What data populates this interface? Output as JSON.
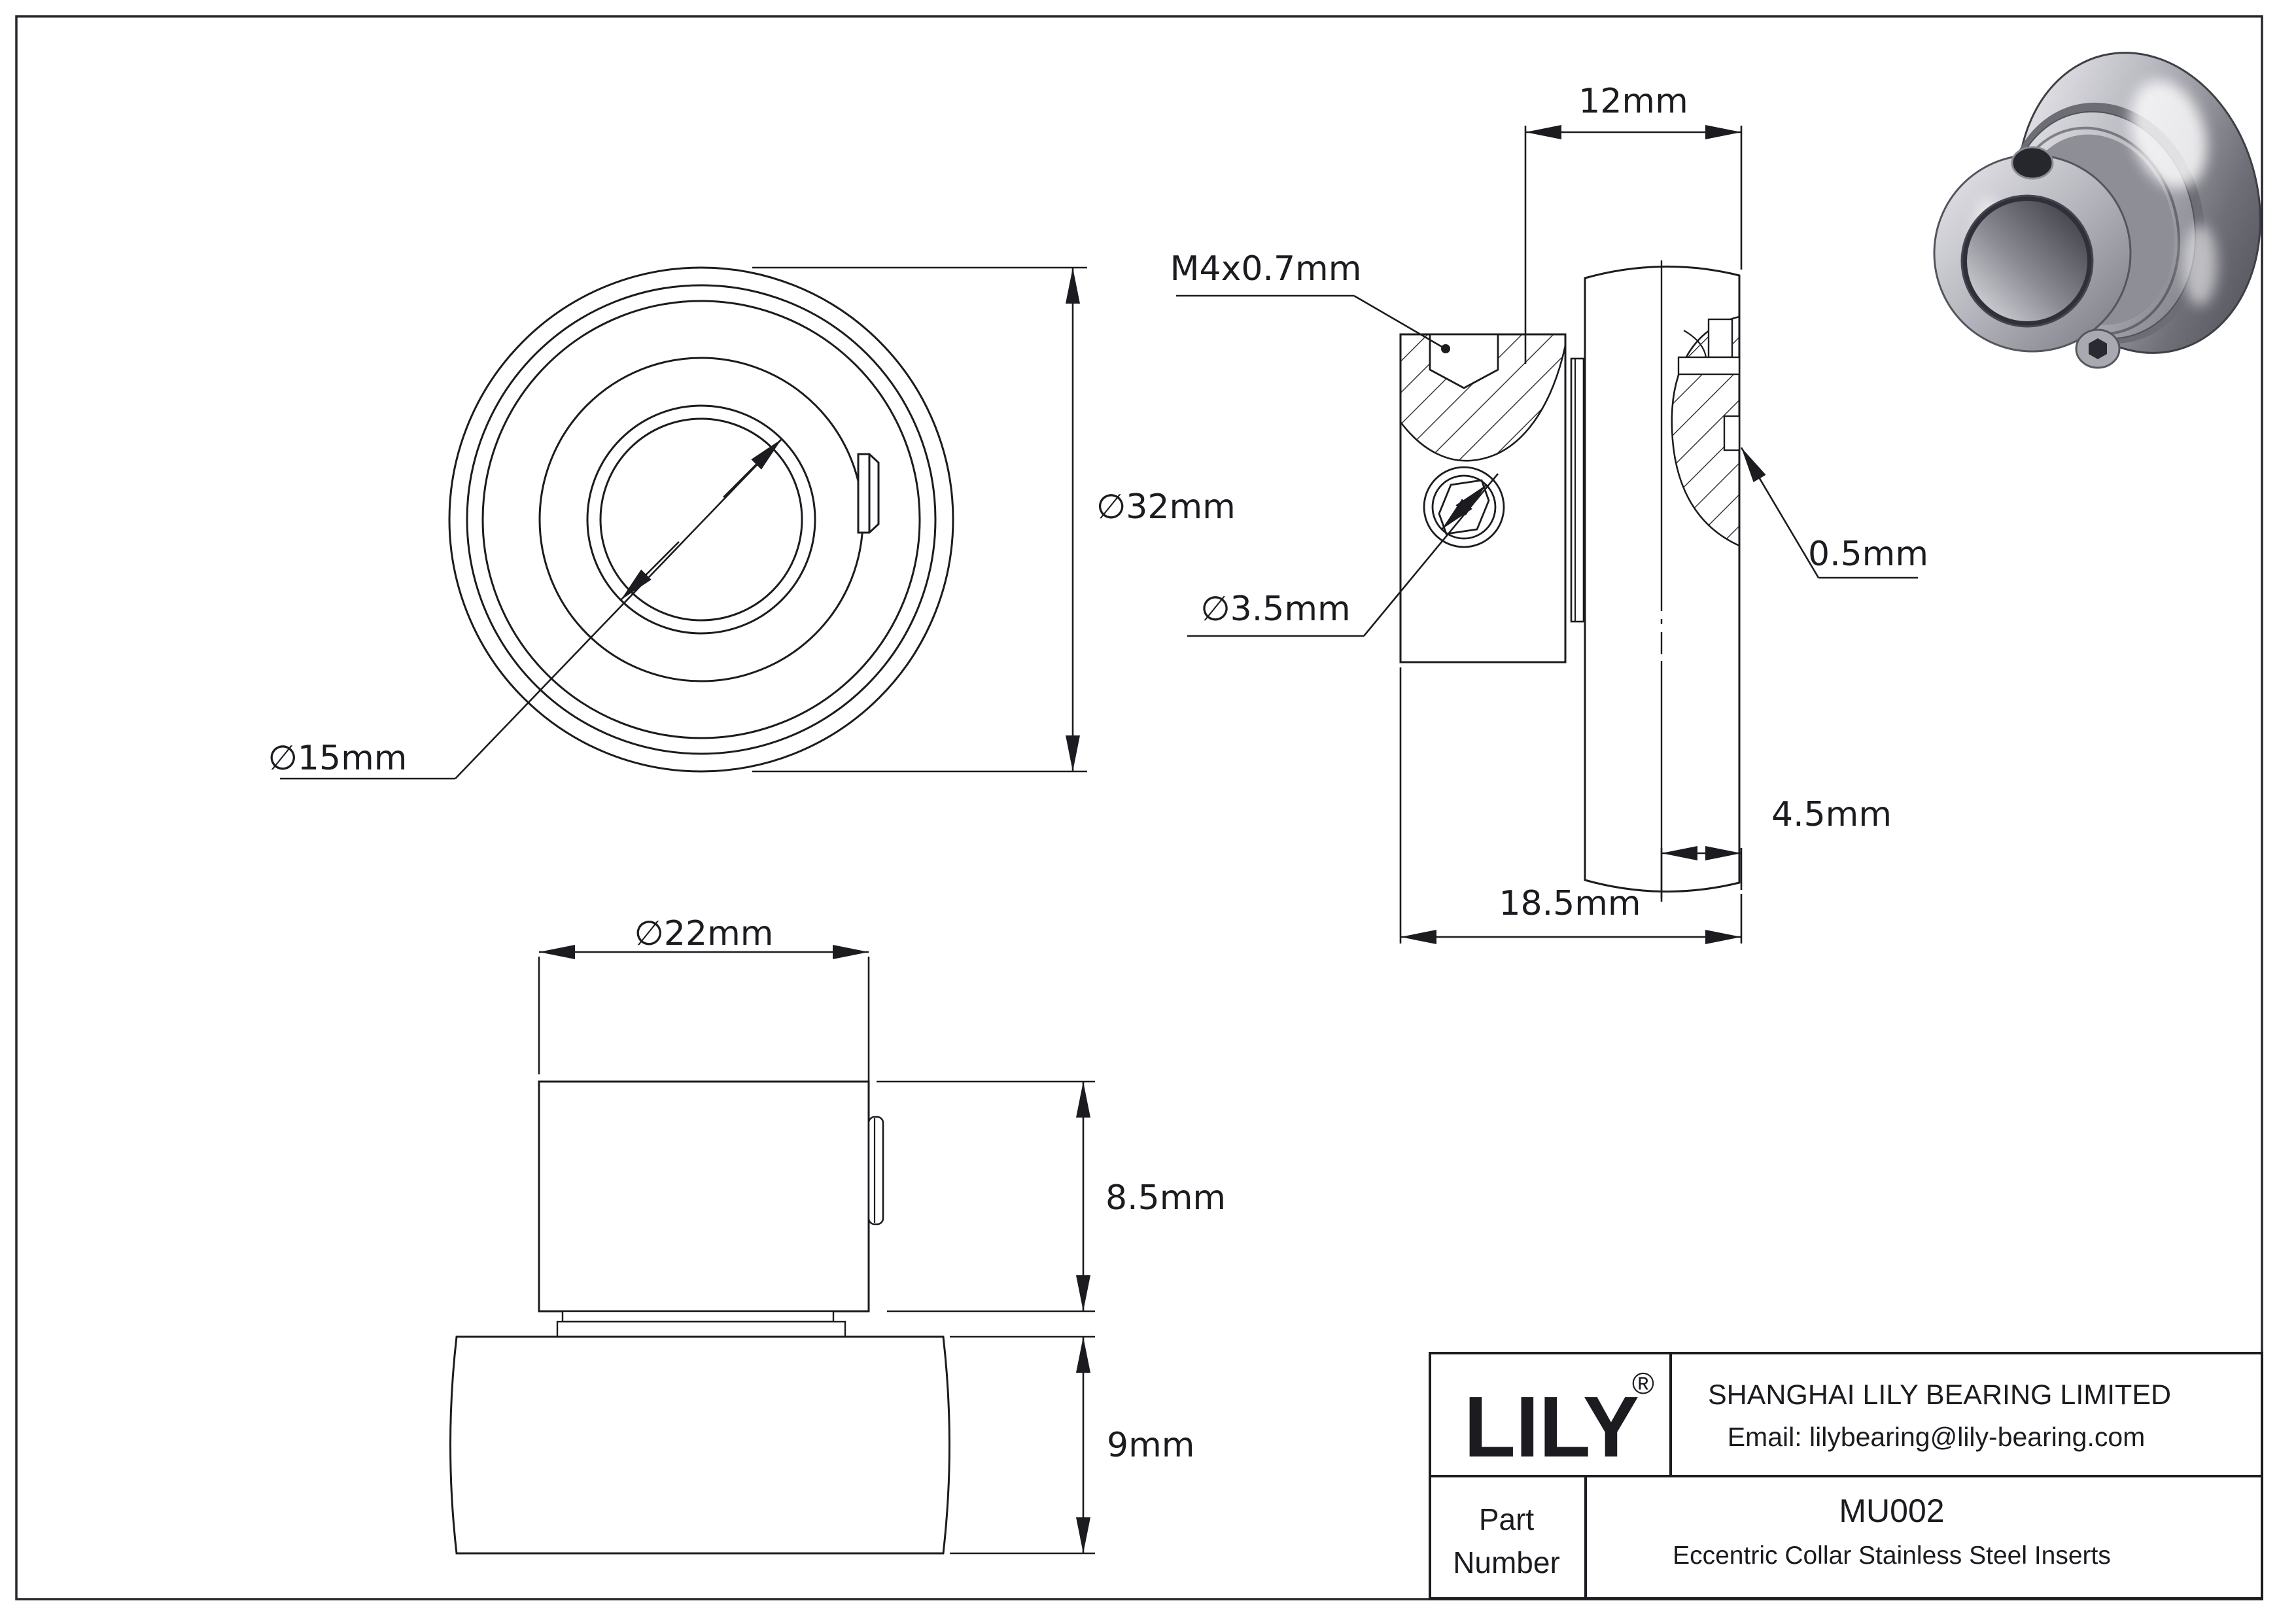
{
  "front": {
    "bore_label": "∅15mm",
    "od_label": "∅32mm"
  },
  "section": {
    "width_label": "12mm",
    "thread_label": "M4x0.7mm",
    "screw_label": "∅3.5mm",
    "edge_label": "0.5mm",
    "insert_width_label": "4.5mm",
    "total_width_label": "18.5mm"
  },
  "bottom": {
    "collar_od_label": "∅22mm",
    "collar_height_label": "8.5mm",
    "ring_width_label": "9mm"
  },
  "title_block": {
    "logo": "LILY",
    "registered": "®",
    "company": "SHANGHAI LILY BEARING LIMITED",
    "email": "Email: lilybearing@lily-bearing.com",
    "part_label_line1": "Part",
    "part_label_line2": "Number",
    "part_number": "MU002",
    "description": "Eccentric Collar Stainless Steel Inserts"
  }
}
